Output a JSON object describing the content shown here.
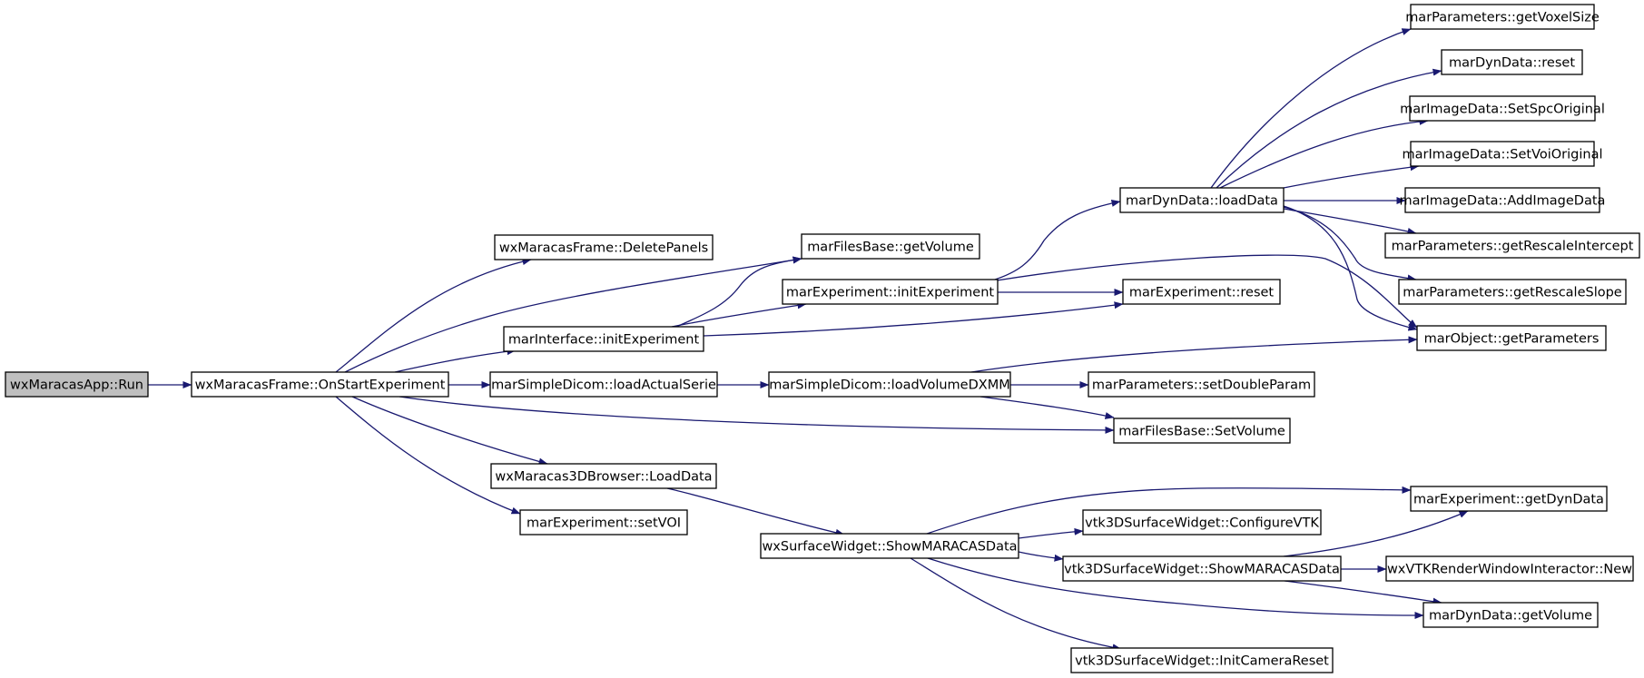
{
  "diagram": {
    "type": "call-graph",
    "colors": {
      "edge": "#191970",
      "root_fill": "#bfbfbf",
      "node_fill": "#ffffff",
      "border": "#000000"
    },
    "nodes": [
      {
        "id": "run",
        "label": "wxMaracasApp::Run",
        "root": true
      },
      {
        "id": "onstart",
        "label": "wxMaracasFrame::OnStartExperiment"
      },
      {
        "id": "deletepanels",
        "label": "wxMaracasFrame::DeletePanels"
      },
      {
        "id": "mi_init",
        "label": "marInterface::initExperiment"
      },
      {
        "id": "loadserie",
        "label": "marSimpleDicom::loadActualSerie"
      },
      {
        "id": "browser_load",
        "label": "wxMaracas3DBrowser::LoadData"
      },
      {
        "id": "setvoi",
        "label": "marExperiment::setVOI"
      },
      {
        "id": "fb_getvol",
        "label": "marFilesBase::getVolume"
      },
      {
        "id": "me_init",
        "label": "marExperiment::initExperiment"
      },
      {
        "id": "loadvoldxmm",
        "label": "marSimpleDicom::loadVolumeDXMM"
      },
      {
        "id": "sw_show",
        "label": "wxSurfaceWidget::ShowMARACASData"
      },
      {
        "id": "dd_load",
        "label": "marDynData::loadData"
      },
      {
        "id": "me_reset",
        "label": "marExperiment::reset"
      },
      {
        "id": "setdouble",
        "label": "marParameters::setDoubleParam"
      },
      {
        "id": "fb_setvol",
        "label": "marFilesBase::SetVolume"
      },
      {
        "id": "configvtk",
        "label": "vtk3DSurfaceWidget::ConfigureVTK"
      },
      {
        "id": "vtk_show",
        "label": "vtk3DSurfaceWidget::ShowMARACASData"
      },
      {
        "id": "initcam",
        "label": "vtk3DSurfaceWidget::InitCameraReset"
      },
      {
        "id": "voxelsize",
        "label": "marParameters::getVoxelSize"
      },
      {
        "id": "dd_reset",
        "label": "marDynData::reset"
      },
      {
        "id": "spcorig",
        "label": "marImageData::SetSpcOriginal"
      },
      {
        "id": "voiorig",
        "label": "marImageData::SetVoiOriginal"
      },
      {
        "id": "addimg",
        "label": "marImageData::AddImageData"
      },
      {
        "id": "rescaleint",
        "label": "marParameters::getRescaleIntercept"
      },
      {
        "id": "rescaleslope",
        "label": "marParameters::getRescaleSlope"
      },
      {
        "id": "getparams",
        "label": "marObject::getParameters"
      },
      {
        "id": "getdyndata",
        "label": "marExperiment::getDynData"
      },
      {
        "id": "rwi_new",
        "label": "wxVTKRenderWindowInteractor::New"
      },
      {
        "id": "dd_getvol",
        "label": "marDynData::getVolume"
      }
    ],
    "edges": [
      [
        "run",
        "onstart"
      ],
      [
        "onstart",
        "deletepanels"
      ],
      [
        "onstart",
        "fb_getvol"
      ],
      [
        "onstart",
        "mi_init"
      ],
      [
        "onstart",
        "loadserie"
      ],
      [
        "onstart",
        "fb_setvol"
      ],
      [
        "onstart",
        "browser_load"
      ],
      [
        "onstart",
        "setvoi"
      ],
      [
        "mi_init",
        "fb_getvol"
      ],
      [
        "mi_init",
        "me_init"
      ],
      [
        "mi_init",
        "me_reset"
      ],
      [
        "loadserie",
        "loadvoldxmm"
      ],
      [
        "browser_load",
        "sw_show"
      ],
      [
        "me_init",
        "dd_load"
      ],
      [
        "me_init",
        "me_reset"
      ],
      [
        "me_init",
        "getparams"
      ],
      [
        "loadvoldxmm",
        "getparams"
      ],
      [
        "loadvoldxmm",
        "setdouble"
      ],
      [
        "loadvoldxmm",
        "fb_setvol"
      ],
      [
        "sw_show",
        "getdyndata"
      ],
      [
        "sw_show",
        "configvtk"
      ],
      [
        "sw_show",
        "vtk_show"
      ],
      [
        "sw_show",
        "dd_getvol"
      ],
      [
        "sw_show",
        "initcam"
      ],
      [
        "dd_load",
        "voxelsize"
      ],
      [
        "dd_load",
        "dd_reset"
      ],
      [
        "dd_load",
        "spcorig"
      ],
      [
        "dd_load",
        "voiorig"
      ],
      [
        "dd_load",
        "addimg"
      ],
      [
        "dd_load",
        "rescaleint"
      ],
      [
        "dd_load",
        "rescaleslope"
      ],
      [
        "dd_load",
        "getparams"
      ],
      [
        "vtk_show",
        "getdyndata"
      ],
      [
        "vtk_show",
        "rwi_new"
      ],
      [
        "vtk_show",
        "dd_getvol"
      ]
    ]
  }
}
